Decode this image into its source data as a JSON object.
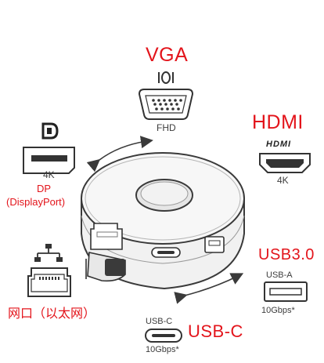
{
  "labels": {
    "vga": "VGA",
    "hdmi": "HDMI",
    "usb3": "USB3.0",
    "usbc_red": "USB-C",
    "dp_line1": "DP",
    "dp_line2": "(DisplayPort)",
    "ethernet": "网口（以太网）"
  },
  "specs": {
    "fhd": "FHD",
    "hdmi_4k": "4K",
    "dp_4k": "4K",
    "usb_a": "USB-A",
    "usb_a_speed": "10Gbps*",
    "usb_c": "USB-C",
    "usb_c_speed": "10Gbps*"
  },
  "logos": {
    "hdmi_logo_text": "HDMI",
    "vga_symbol": "IOI"
  },
  "colors": {
    "label_red": "#e3141b",
    "line_gray": "#4a4a4a",
    "device_fill": "#f3f3f3"
  }
}
